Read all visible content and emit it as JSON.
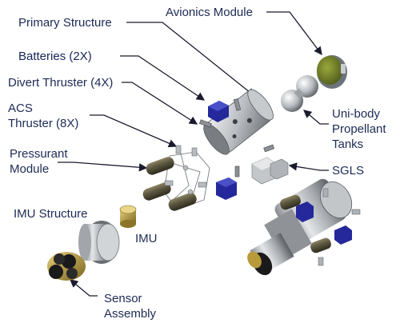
{
  "labels": {
    "avionics_module": "Avionics Module",
    "primary_structure": "Primary Structure",
    "batteries": "Batteries (2X)",
    "divert_thruster": "Divert Thruster (4X)",
    "acs_thruster_line1": "ACS",
    "acs_thruster_line2": "Thruster (8X)",
    "pressurant_line1": "Pressurant",
    "pressurant_line2": "Module",
    "imu_structure": "IMU Structure",
    "imu": "IMU",
    "sensor_line1": "Sensor",
    "sensor_line2": "Assembly",
    "propellant_line1": "Uni-body",
    "propellant_line2": "Propellant",
    "propellant_line3": "Tanks",
    "sgls": "SGLS"
  },
  "colors": {
    "label_text": "#1c2a55",
    "leader_line": "#1a1a2e",
    "metal_light": "#d8dadc",
    "metal_dark": "#7a7e84",
    "battery_blue": "#24289a",
    "avionics_olive": "#7a8a2a",
    "brass": "#b89a3a",
    "sensor_black": "#1a1a1a"
  }
}
